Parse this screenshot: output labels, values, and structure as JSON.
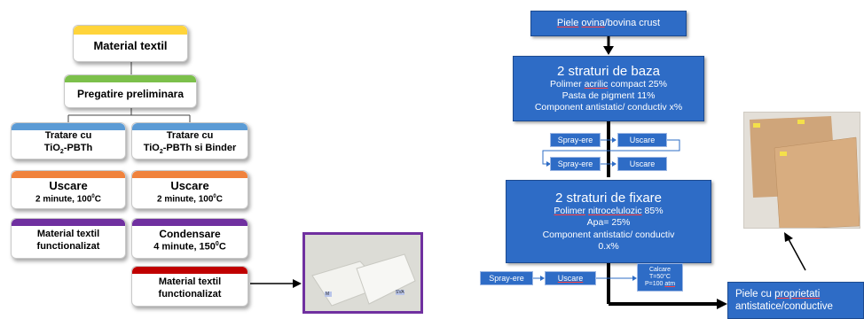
{
  "left_flow": {
    "material_textil": "Material textil",
    "pregatire": "Pregatire preliminara",
    "tratare_a": {
      "line1": "Tratare cu",
      "line2_prefix": "TiO",
      "line2_sub": "2",
      "line2_suffix": "-PBTh"
    },
    "tratare_b": {
      "line1": "Tratare cu",
      "line2_prefix": "TiO",
      "line2_sub": "2",
      "line2_suffix": "-PBTh si Binder"
    },
    "uscare_a": {
      "title": "Uscare",
      "detail_prefix": "2 minute, 100",
      "detail_sup": "0",
      "detail_suffix": "C"
    },
    "uscare_b": {
      "title": "Uscare",
      "detail_prefix": "2 minute, 100",
      "detail_sup": "0",
      "detail_suffix": "C"
    },
    "functionalizat_a": {
      "line1": "Material textil",
      "line2": "functionalizat"
    },
    "condensare": {
      "title": "Condensare",
      "detail_prefix": "4 minute, 150",
      "detail_sup": "0",
      "detail_suffix": "C"
    },
    "functionalizat_b": {
      "line1": "Material textil",
      "line2": "functionalizat"
    }
  },
  "photo_fabric": {
    "label_a": "M",
    "label_b": "SVA"
  },
  "right_flow": {
    "piele_crust": {
      "w1": "Piele",
      "w2": "ovina",
      "w3": "/bovina crust"
    },
    "strat_baza": {
      "title": "2 straturi de baza",
      "l1_a": "Polimer",
      "l1_b": "acrilic",
      "l1_c": " compact 25%",
      "l2": "Pasta de pigment 11%",
      "l3": "Component antistatic/ conductiv x%"
    },
    "spray1": "Spray-ere",
    "uscare1": "Uscare",
    "spray2": "Spray-ere",
    "uscare2": "Uscare",
    "strat_fixare": {
      "title": "2 straturi de fixare",
      "l1_a": "Polimer",
      "l1_b": "nitrocelulozic",
      "l1_c": " 85%",
      "l2": "Apa= 25%",
      "l3": "Component antistatic/ conductiv",
      "l4": "0.x%"
    },
    "spray3": "Spray-ere",
    "uscare3": "Uscare",
    "calcare": {
      "l1": "Calcare",
      "l2": "T=50°C",
      "l3_a": "P=100 ",
      "l3_b": "atm"
    },
    "piele_final": {
      "l1_a": "Piele cu ",
      "l1_b": "proprietati",
      "l2": "antistatice/conductive"
    }
  },
  "photo_leather": {
    "label_a": "",
    "label_b": ""
  },
  "colors": {
    "green": "#7cc04b",
    "blue": "#5b9bd5",
    "orange": "#f0823c",
    "purple": "#7030a0",
    "red": "#c00000",
    "yellow": "#ffd43b",
    "diagram_blue": "#2e6cc6"
  }
}
